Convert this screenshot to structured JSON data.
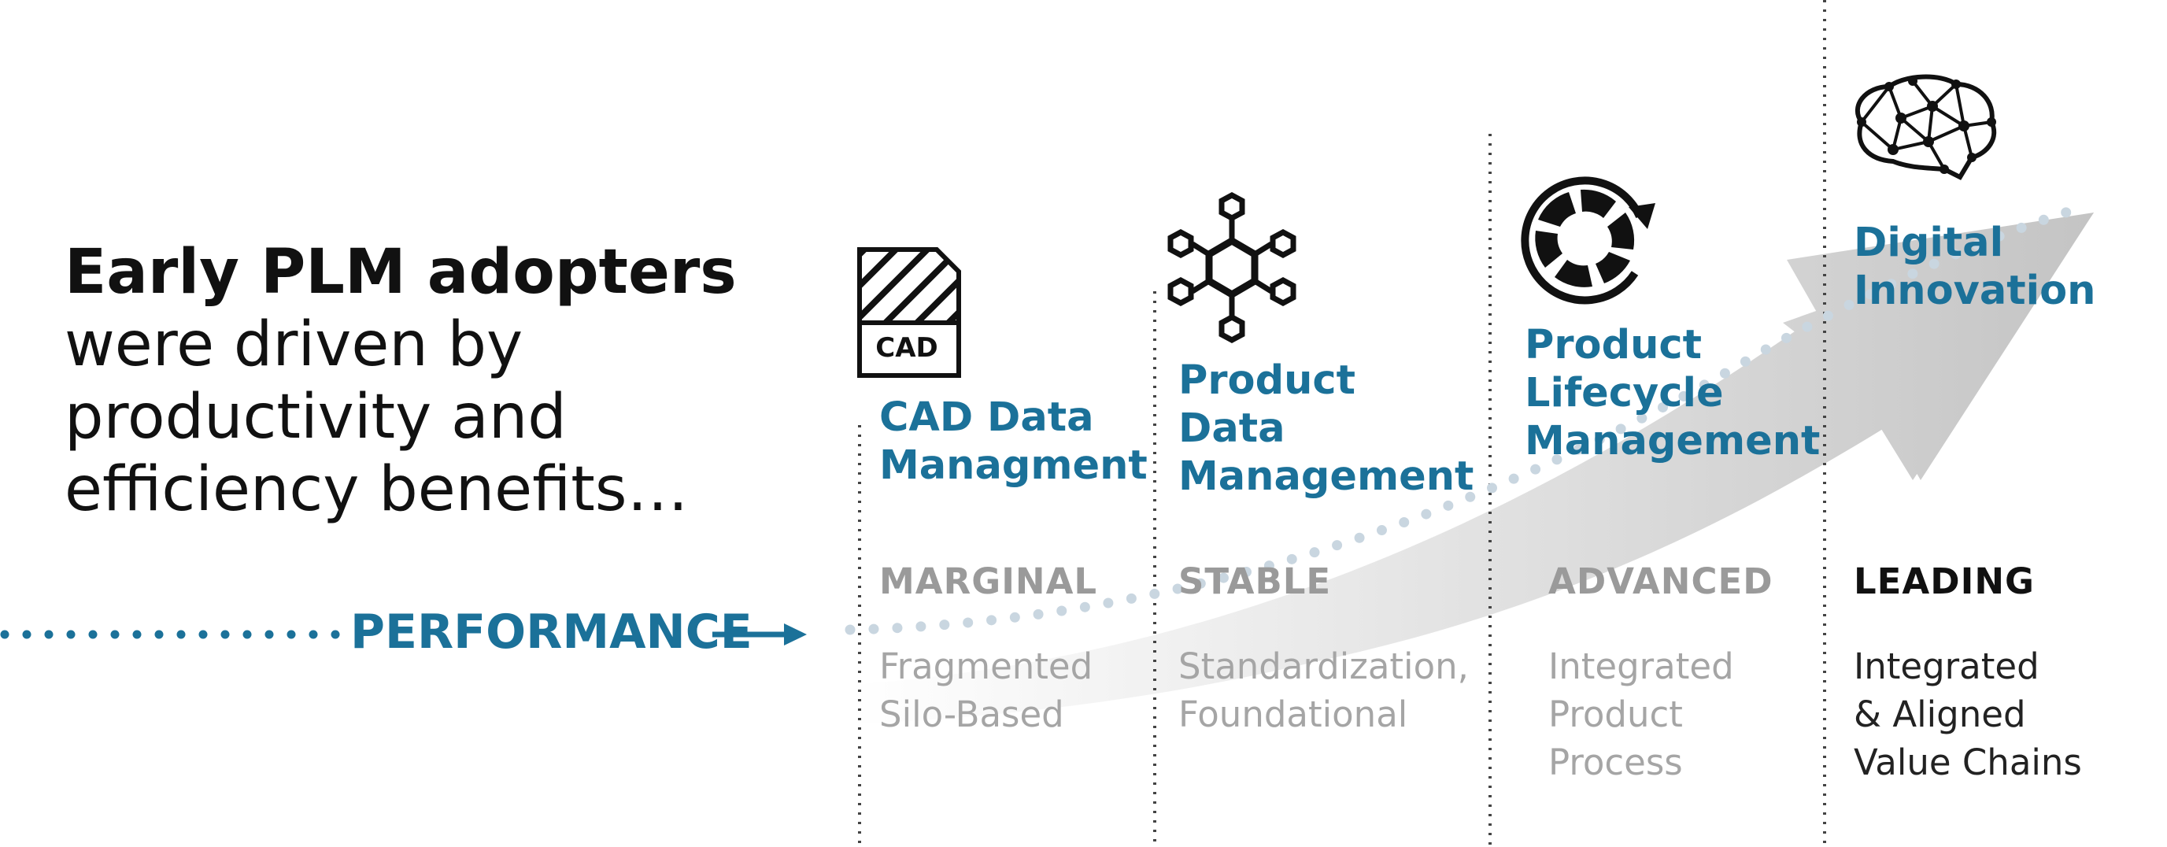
{
  "intro": {
    "headline": "Early PLM adopters",
    "lines": [
      "were driven by",
      "productivity and",
      "efficiency benefits…"
    ]
  },
  "performance_label": "PERFORMANCE",
  "cad_icon_label": "CAD",
  "stages": [
    {
      "title_lines": [
        "CAD Data",
        "Managment"
      ],
      "level": "MARGINAL",
      "description_lines": [
        "Fragmented",
        "Silo-Based"
      ],
      "icon": "cad-file-icon"
    },
    {
      "title_lines": [
        "Product",
        "Data",
        "Management"
      ],
      "level": "STABLE",
      "description_lines": [
        "Standardization,",
        "Foundational"
      ],
      "icon": "molecule-network-icon"
    },
    {
      "title_lines": [
        "Product",
        "Lifecycle",
        "Management"
      ],
      "level": "ADVANCED",
      "description_lines": [
        "Integrated",
        "Product",
        "Process"
      ],
      "icon": "lifecycle-cycle-icon"
    },
    {
      "title_lines": [
        "Digital",
        "Innovation"
      ],
      "level": "LEADING",
      "description_lines": [
        "Integrated",
        "& Aligned",
        "Value Chains"
      ],
      "icon": "neural-brain-icon"
    }
  ],
  "colors": {
    "accent_blue": "#1b7199",
    "muted_gray": "#9a9a9a",
    "dots": "#c9d6e0"
  }
}
